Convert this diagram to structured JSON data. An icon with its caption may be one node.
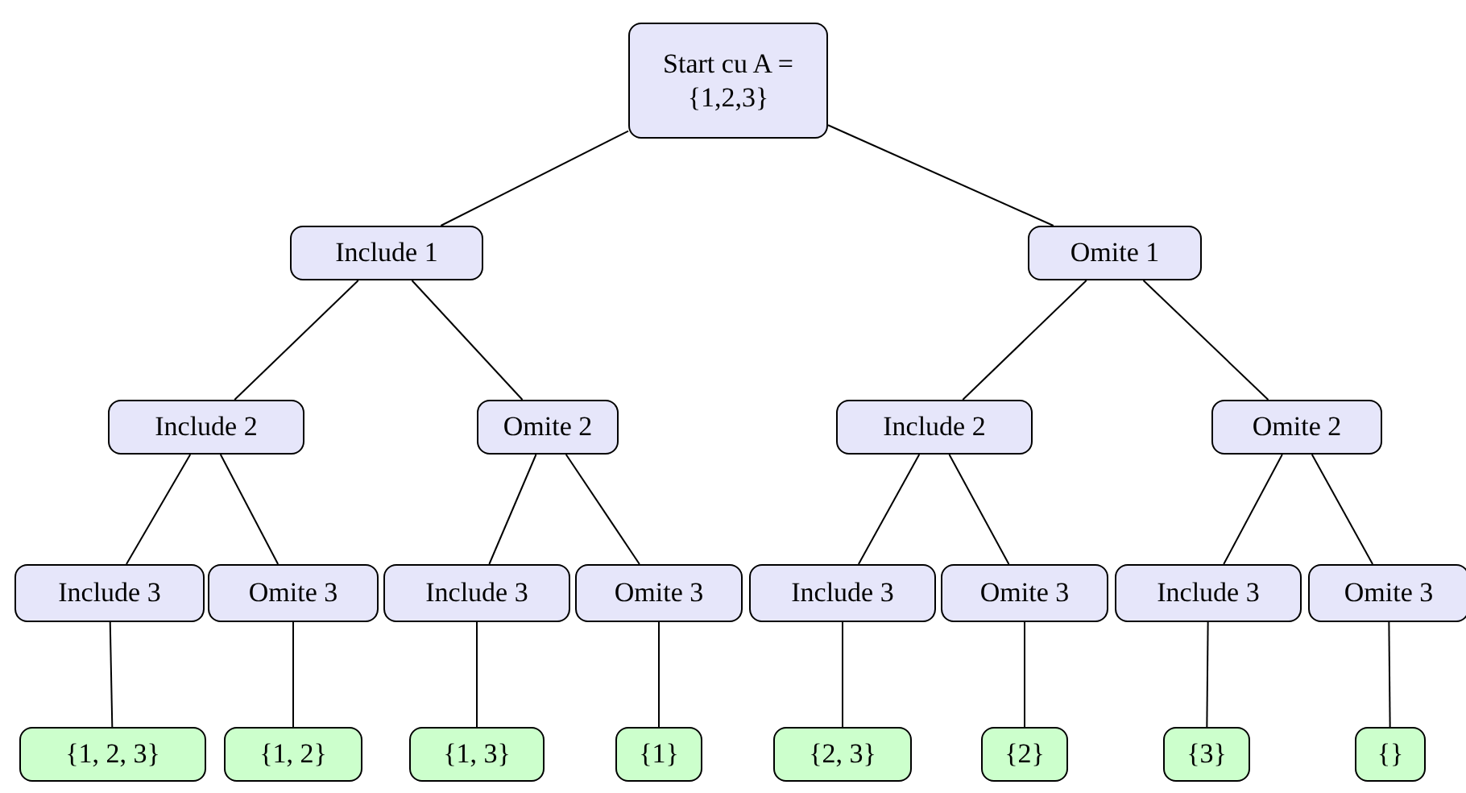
{
  "diagram": {
    "nodes": [
      {
        "text": [
          "Start cu A = {1,2,3}"
        ]
      },
      {
        "text": [
          "Include 1"
        ]
      },
      {
        "text": [
          "Omite 1"
        ]
      },
      {
        "text": [
          "Include 2"
        ]
      },
      {
        "text": [
          "Omite 2"
        ]
      },
      {
        "text": [
          "Include 2"
        ]
      },
      {
        "text": [
          "Omite 2"
        ]
      },
      {
        "text": [
          "Include 3"
        ]
      },
      {
        "text": [
          "Omite 3"
        ]
      },
      {
        "text": [
          "Include 3"
        ]
      },
      {
        "text": [
          "Omite 3"
        ]
      },
      {
        "text": [
          "Include 3"
        ]
      },
      {
        "text": [
          "Omite 3"
        ]
      },
      {
        "text": [
          "Include 3"
        ]
      },
      {
        "text": [
          "Omite 3"
        ]
      },
      {
        "text": [
          "{1, 2, 3}"
        ]
      },
      {
        "text": [
          "{1, 2}"
        ]
      },
      {
        "text": [
          "{1, 3}"
        ]
      },
      {
        "text": [
          "{1}"
        ]
      },
      {
        "text": [
          "{2, 3}"
        ]
      },
      {
        "text": [
          "{2}"
        ]
      },
      {
        "text": [
          "{3}"
        ]
      },
      {
        "text": [
          "{}"
        ]
      }
    ],
    "edges": [
      {
        "from": 0,
        "to": 1,
        "arrow": "none"
      },
      {
        "from": 0,
        "to": 2,
        "arrow": "none"
      },
      {
        "from": 1,
        "to": 3,
        "arrow": "none"
      },
      {
        "from": 1,
        "to": 4,
        "arrow": "none"
      },
      {
        "from": 2,
        "to": 5,
        "arrow": "none"
      },
      {
        "from": 2,
        "to": 6,
        "arrow": "none"
      },
      {
        "from": 3,
        "to": 7,
        "arrow": "none"
      },
      {
        "from": 3,
        "to": 8,
        "arrow": "none"
      },
      {
        "from": 4,
        "to": 9,
        "arrow": "none"
      },
      {
        "from": 4,
        "to": 10,
        "arrow": "none"
      },
      {
        "from": 5,
        "to": 11,
        "arrow": "none"
      },
      {
        "from": 5,
        "to": 12,
        "arrow": "none"
      },
      {
        "from": 6,
        "to": 13,
        "arrow": "none"
      },
      {
        "from": 6,
        "to": 14,
        "arrow": "none"
      },
      {
        "from": 7,
        "to": 15,
        "arrow": "none"
      },
      {
        "from": 8,
        "to": 16,
        "arrow": "none"
      },
      {
        "from": 9,
        "to": 17,
        "arrow": "none"
      },
      {
        "from": 10,
        "to": 18,
        "arrow": "none"
      },
      {
        "from": 11,
        "to": 19,
        "arrow": "none"
      },
      {
        "from": 12,
        "to": 20,
        "arrow": "none"
      },
      {
        "from": 13,
        "to": 21,
        "arrow": "none"
      },
      {
        "from": 14,
        "to": 22,
        "arrow": "none"
      }
    ]
  }
}
